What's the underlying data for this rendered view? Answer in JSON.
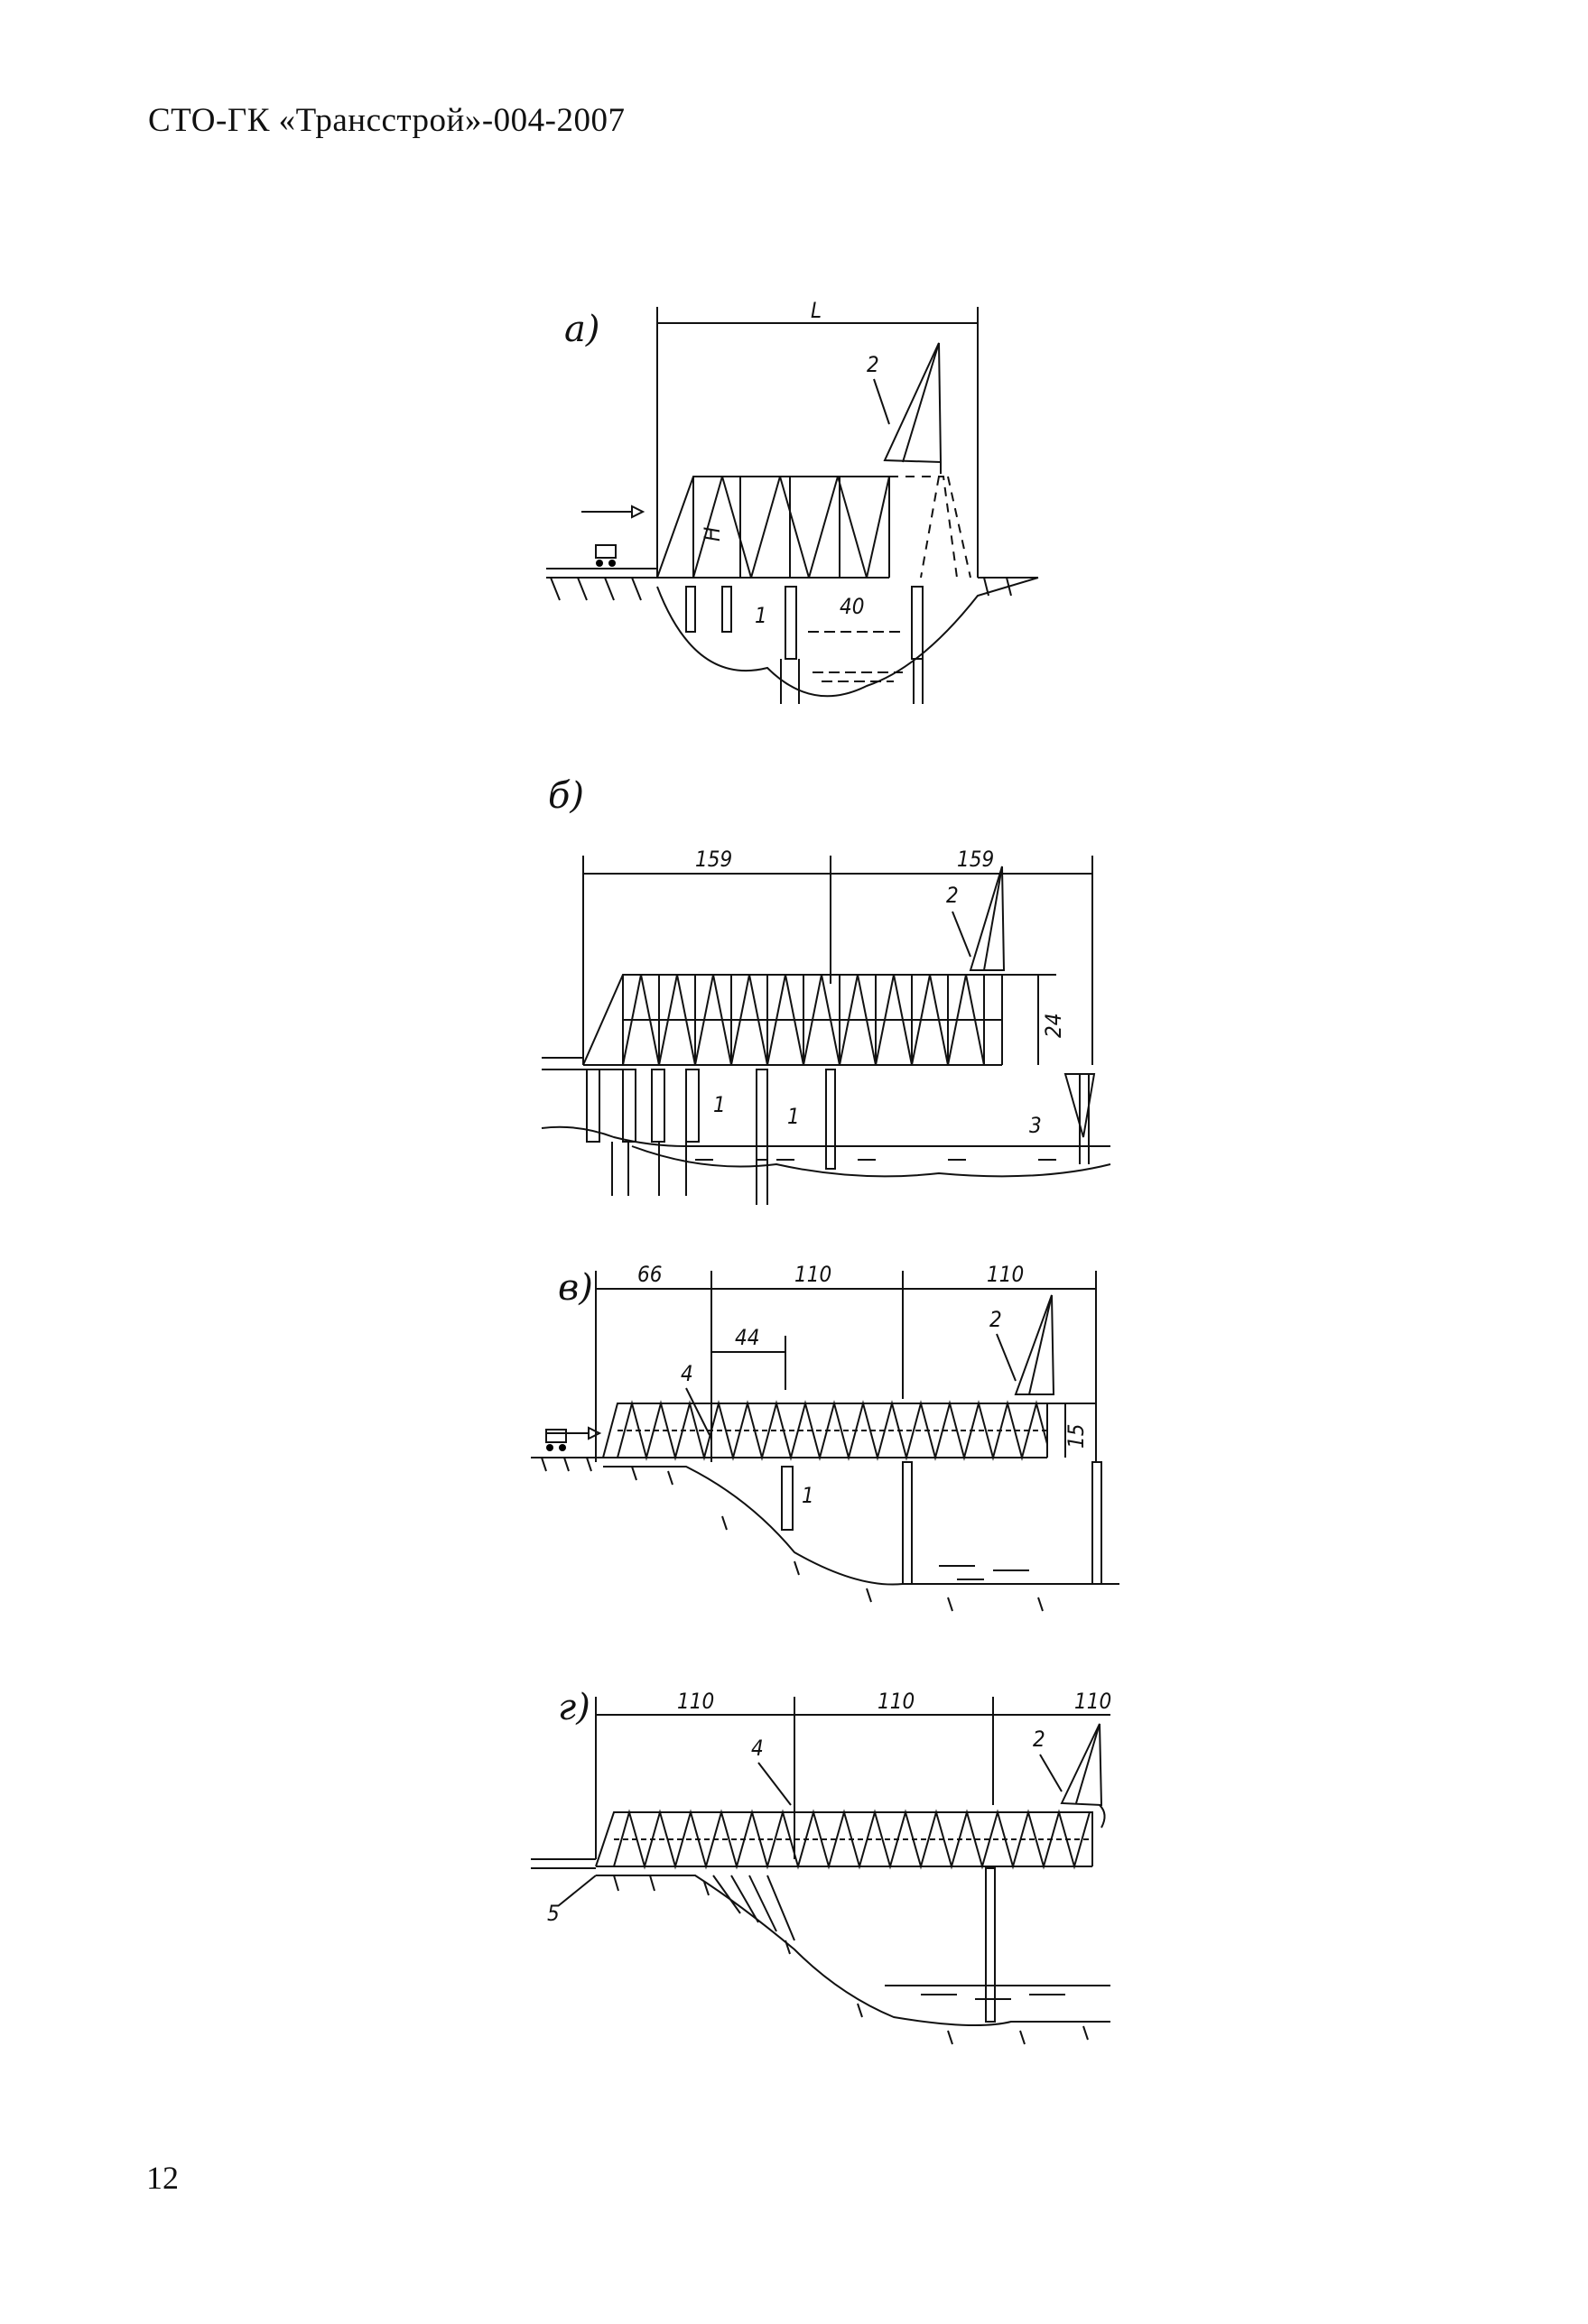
{
  "header": {
    "text": "СТО-ГК «Трансстрой»-004-2007"
  },
  "page_number": "12",
  "figures": {
    "a": {
      "letter": "а)",
      "span": "L",
      "height": "H",
      "length_40": "40",
      "crane": "2",
      "support": "1"
    },
    "b": {
      "letter": "б)",
      "span1": "159",
      "span2": "159",
      "height": "24",
      "crane": "2",
      "support_a": "1",
      "support_b": "1",
      "tower": "3"
    },
    "v": {
      "letter": "в)",
      "span1": "66",
      "span2": "110",
      "span3": "110",
      "segment": "44",
      "height": "15",
      "crane": "2",
      "joint": "4",
      "support": "1"
    },
    "g": {
      "letter": "г)",
      "span1": "110",
      "span2": "110",
      "span3": "110",
      "crane": "2",
      "joint": "4",
      "anchor": "5"
    }
  }
}
